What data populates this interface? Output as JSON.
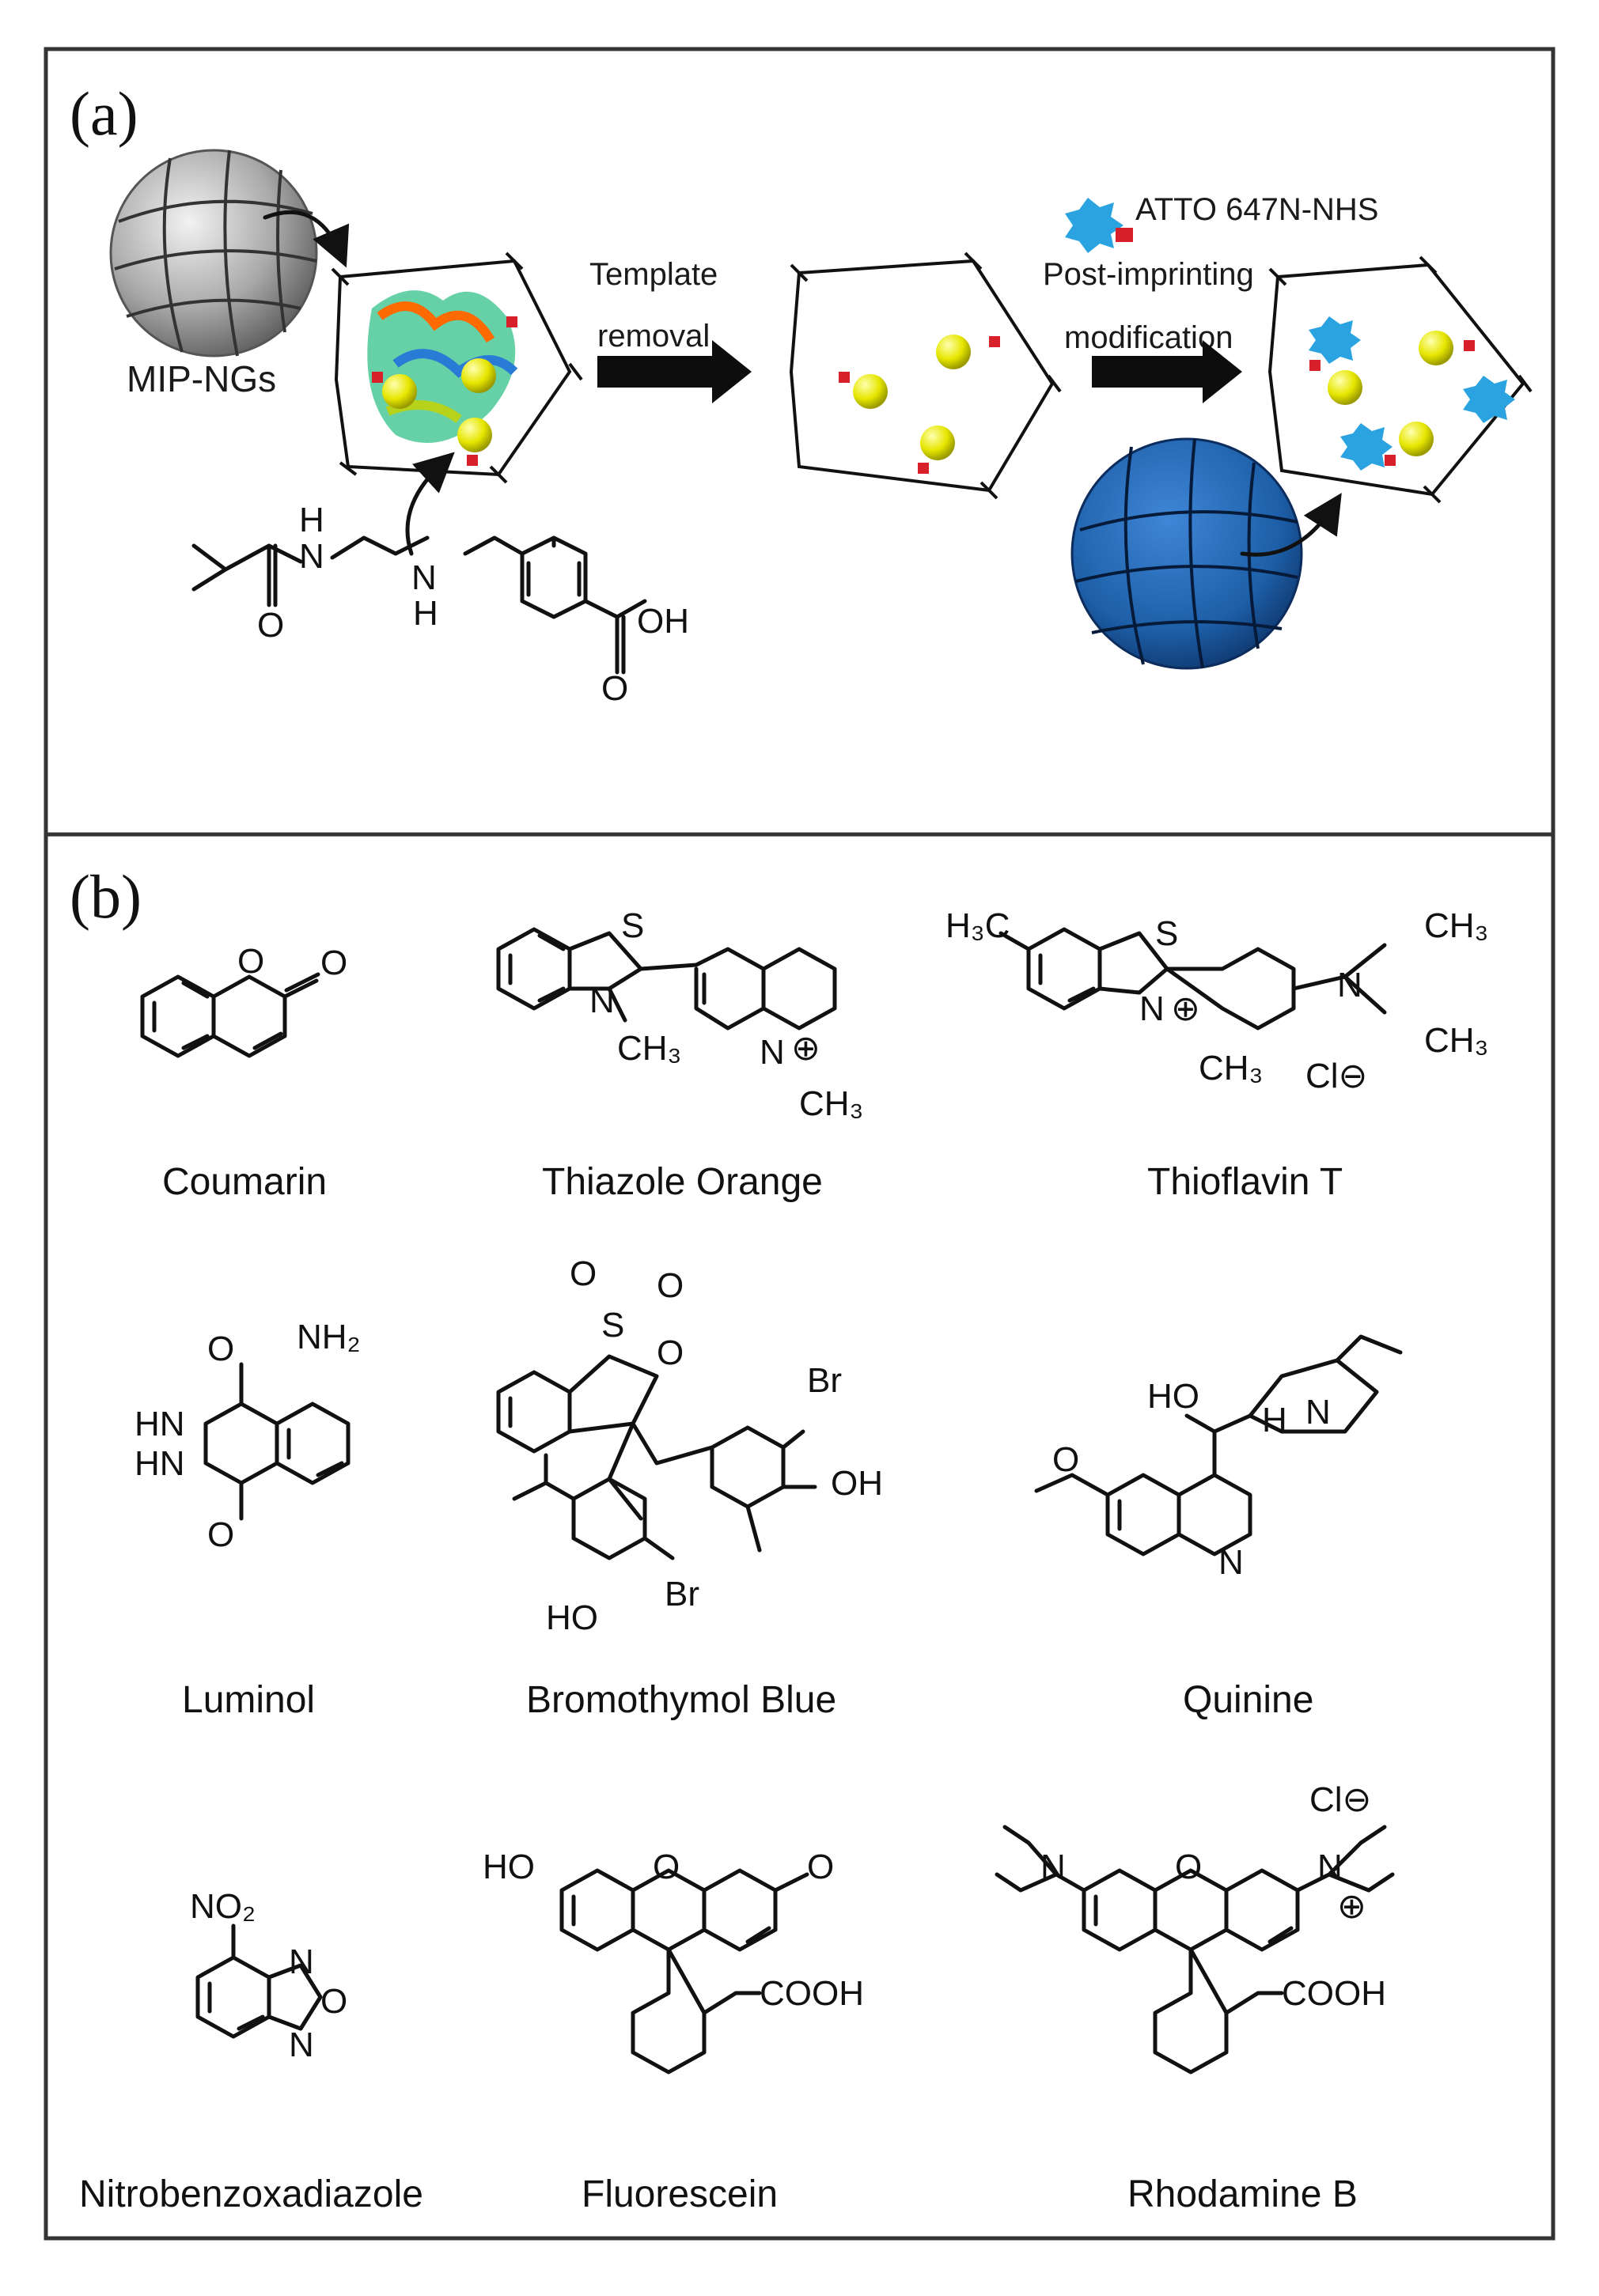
{
  "panel_a": {
    "letter": "(a)",
    "nanogel_label": "MIP-NGs",
    "arrow1_line1": "Template",
    "arrow1_line2": "removal",
    "dye_label": "ATTO 647N-NHS",
    "arrow2_line1": "Post-imprinting",
    "arrow2_line2": "modification",
    "monomer_atoms": {
      "nh_top": "H",
      "n1": "N",
      "n2": "N",
      "h2": "H",
      "o1": "O",
      "oh": "OH",
      "o2": "O"
    }
  },
  "panel_b": {
    "letter": "(b)",
    "molecules": [
      {
        "name": "Coumarin"
      },
      {
        "name": "Thiazole Orange"
      },
      {
        "name": "Thioflavin T"
      },
      {
        "name": "Luminol"
      },
      {
        "name": "Bromothymol Blue"
      },
      {
        "name": "Quinine"
      },
      {
        "name": "Nitrobenzoxadiazole"
      },
      {
        "name": "Fluorescein"
      },
      {
        "name": "Rhodamine B"
      }
    ]
  },
  "colors": {
    "frame": "#333333",
    "nanogel_gray": "#a9a9a9",
    "nanogel_blue": "#1d5fa8",
    "sphere_yellow": "#e6e600",
    "dye_cyan": "#2aa3e0",
    "tag_red": "#d8202a"
  }
}
